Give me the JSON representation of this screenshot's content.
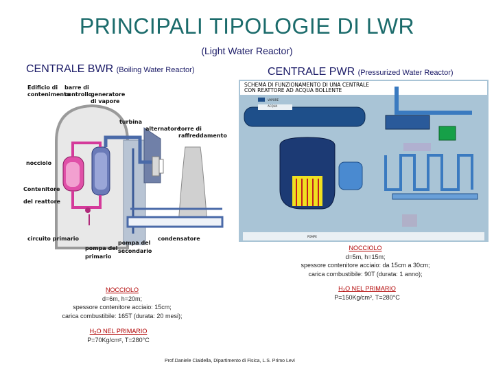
{
  "slide": {
    "title": "PRINCIPALI TIPOLOGIE DI LWR",
    "subtitle": "(Light Water Reactor)",
    "credit": "Prof.Daniele Ciaidella, Dipartimento di Fisica, L.S. Primo Levi"
  },
  "bwr": {
    "heading": "CENTRALE BWR",
    "heading_note": "(Boiling Water Reactor)",
    "diagram_labels": {
      "building": [
        "Edificio di",
        "contenimento"
      ],
      "rods": [
        "barre di",
        "controllo"
      ],
      "generator": [
        "generatore",
        "di vapore"
      ],
      "turbine": "turbina",
      "alternator": "alternatore",
      "tower": [
        "torre di",
        "raffreddamento"
      ],
      "core": "nocciolo",
      "vessel": [
        "Contenitore",
        "del reattore"
      ],
      "primary_circuit": "circuito primario",
      "primary_pump": [
        "pompa del",
        "primario"
      ],
      "secondary_pump": [
        "pompa del",
        "secondario"
      ],
      "condenser": "condensatore"
    },
    "core_heading": "NOCCIOLO",
    "core_lines": [
      "d=6m, h=20m;",
      "spessore contenitore acciaio: 15cm;",
      "carica combustibile: 165T (durata: 20 mesi);"
    ],
    "water_heading": "H₂O NEL PRIMARIO",
    "water_line": "P=70Kg/cm², T=280°C"
  },
  "pwr": {
    "heading": "CENTRALE PWR",
    "heading_note": "(Pressurized Water Reactor)",
    "diagram_title": [
      "SCHEMA DI FUNZIONAMENTO DI UNA CENTRALE",
      "CON REATTORE AD ACQUA BOLLENTE"
    ],
    "diagram_labels": {
      "steam": "VAPORE",
      "water": "ACQUA",
      "pump": "POMPE"
    },
    "core_heading": "NOCCIOLO",
    "core_lines": [
      "d=5m, h=15m;",
      "spessore contenitore acciaio: da 15cm a 30cm;",
      "carica combustibile: 90T (durata: 1 anno);"
    ],
    "water_heading": "H₂O NEL PRIMARIO",
    "water_line": "P=150Kg/cm², T=280°C"
  }
}
